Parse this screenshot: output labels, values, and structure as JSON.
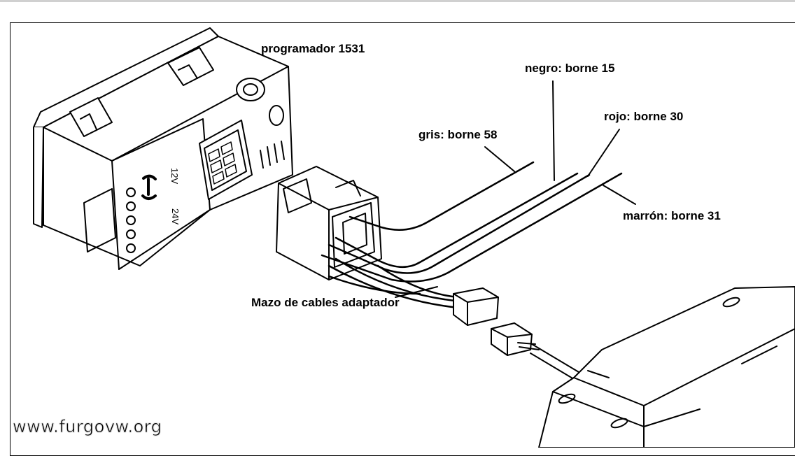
{
  "labels": {
    "programmer": "programador 1531",
    "black_wire": "negro: borne 15",
    "red_wire": "rojo: borne 30",
    "grey_wire": "gris: borne 58",
    "brown_wire": "marrón: borne 31",
    "harness": "Mazo de cables adaptador"
  },
  "device_markings": {
    "voltage_12": "12V",
    "voltage_24": "24V"
  },
  "watermark": "www.furgovw.org",
  "colors": {
    "line": "#000000",
    "background": "#ffffff"
  }
}
